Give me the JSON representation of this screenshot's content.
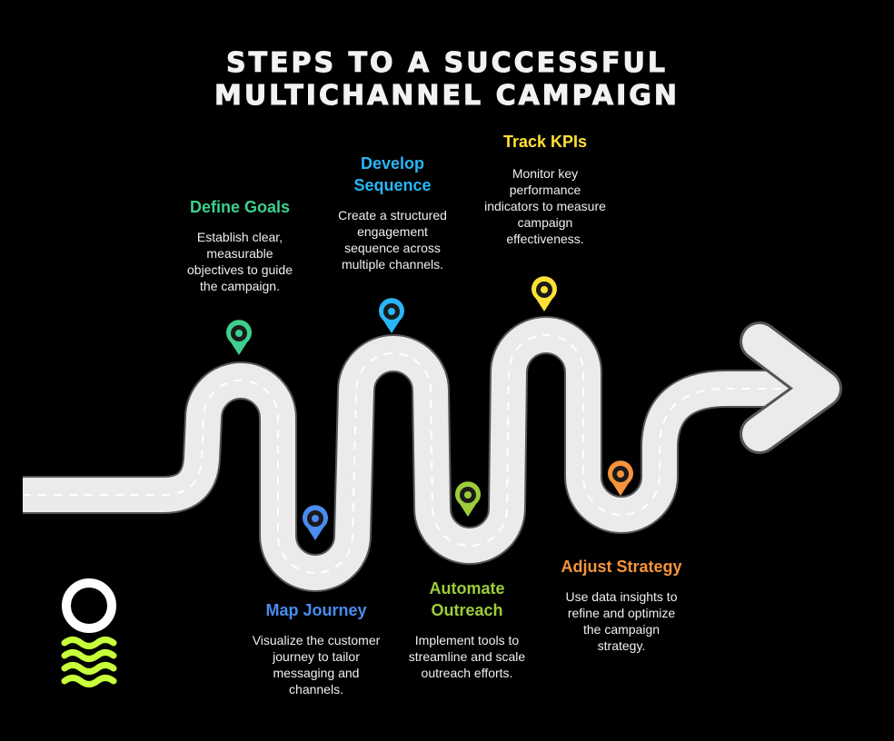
{
  "title": {
    "line1": "STEPS TO A SUCCESSFUL",
    "line2": "MULTICHANNEL CAMPAIGN"
  },
  "steps": [
    {
      "heading": "Define Goals",
      "description": "Establish clear, measurable objectives to guide the campaign.",
      "color": "#3ecf8e"
    },
    {
      "heading": "Map Journey",
      "description": "Visualize the customer journey to tailor messaging and channels.",
      "color": "#4a8cf0"
    },
    {
      "heading": "Develop Sequence",
      "description": "Create a structured engagement sequence across multiple channels.",
      "color": "#29b6f6"
    },
    {
      "heading": "Automate Outreach",
      "description": "Implement tools to streamline and scale outreach efforts.",
      "color": "#9ccc3a"
    },
    {
      "heading": "Track KPIs",
      "description": "Monitor key performance indicators to measure campaign effectiveness.",
      "color": "#ffe135"
    },
    {
      "heading": "Adjust Strategy",
      "description": "Use data insights to refine and optimize the campaign strategy.",
      "color": "#f5943a"
    }
  ],
  "logo": {
    "ring_color": "#ffffff",
    "wave_color": "#c8ff3a",
    "icon": "circle-waves-logo"
  }
}
